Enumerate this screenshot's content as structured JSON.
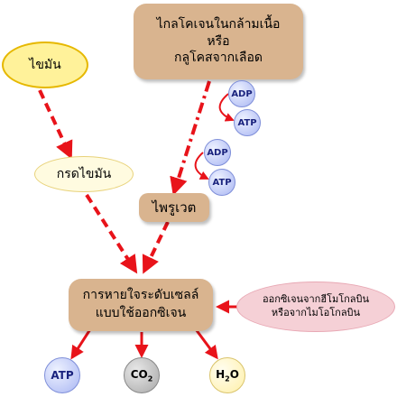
{
  "source_box": {
    "line1": "ไกลโคเจนในกล้ามเนื้อ",
    "line2": "หรือ",
    "line3": "กลูโคสจากเลือด"
  },
  "fat": {
    "label": "ไขมัน"
  },
  "fatty_acid": {
    "label": "กรดไขมัน"
  },
  "pyruvate": {
    "label": "ไพรูเวต"
  },
  "respiration": {
    "line1": "การหายใจระดับเซลล์",
    "line2": "แบบใช้ออกซิเจน"
  },
  "oxygen_source": {
    "line1": "ออกซิเจนจากฮีโมโกลบิน",
    "line2": "หรือจากไมโอโกลบิน"
  },
  "conversion1": {
    "adp": "ADP",
    "atp": "ATP"
  },
  "conversion2": {
    "adp": "ADP",
    "atp": "ATP"
  },
  "products": {
    "atp": "ATP",
    "co2_main": "CO",
    "co2_sub": "2",
    "h2o_h": "H",
    "h2o_sub": "2",
    "h2o_o": "O"
  },
  "colors": {
    "arrow": "#e8131a",
    "box_fill": "#d9b48f",
    "yellow_fill": "#fff29a",
    "yellow_border": "#e6b800",
    "pink_fill": "#f5d0d6",
    "blue_circle": "#a9b6f3",
    "gray_circle": "#a8a8a8",
    "cream_circle": "#fff6bf"
  }
}
